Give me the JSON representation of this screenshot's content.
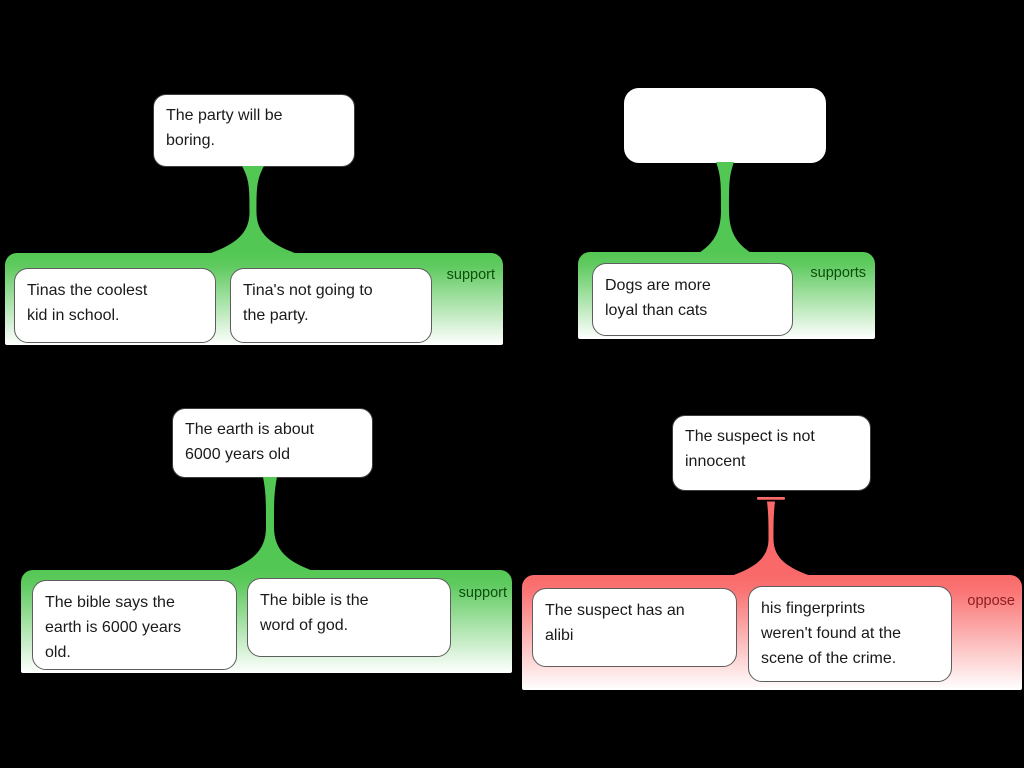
{
  "app": {
    "kind": "argument-map-canvas",
    "background_color": "#000000"
  },
  "colors": {
    "support_fill": "#53c753",
    "oppose_fill": "#f96969",
    "support_label_text": "#0c4f0c",
    "oppose_label_text": "#8e1e1e",
    "box_background": "#ffffff",
    "box_text": "#1a1a1a"
  },
  "trees": [
    {
      "id": "party",
      "claim_text": "The party will be\nboring.",
      "relation_type": "support",
      "relation_label": "support",
      "reasons": [
        "Tinas the coolest\nkid in school.",
        "Tina's not going to\nthe party."
      ]
    },
    {
      "id": "dogs",
      "claim_text": "",
      "relation_type": "support",
      "relation_label": "supports",
      "reasons": [
        "Dogs are more\nloyal than cats"
      ]
    },
    {
      "id": "earth",
      "claim_text": "The earth is about\n6000 years old",
      "relation_type": "support",
      "relation_label": "support",
      "reasons": [
        "The bible says the\nearth is 6000 years\nold.",
        "The bible is the\nword of god."
      ]
    },
    {
      "id": "suspect",
      "claim_text": "The suspect is not\ninnocent",
      "relation_type": "oppose",
      "relation_label": "oppose",
      "reasons": [
        "The suspect has an\nalibi",
        "his fingerprints\nweren't found at the\nscene of the crime."
      ]
    }
  ]
}
